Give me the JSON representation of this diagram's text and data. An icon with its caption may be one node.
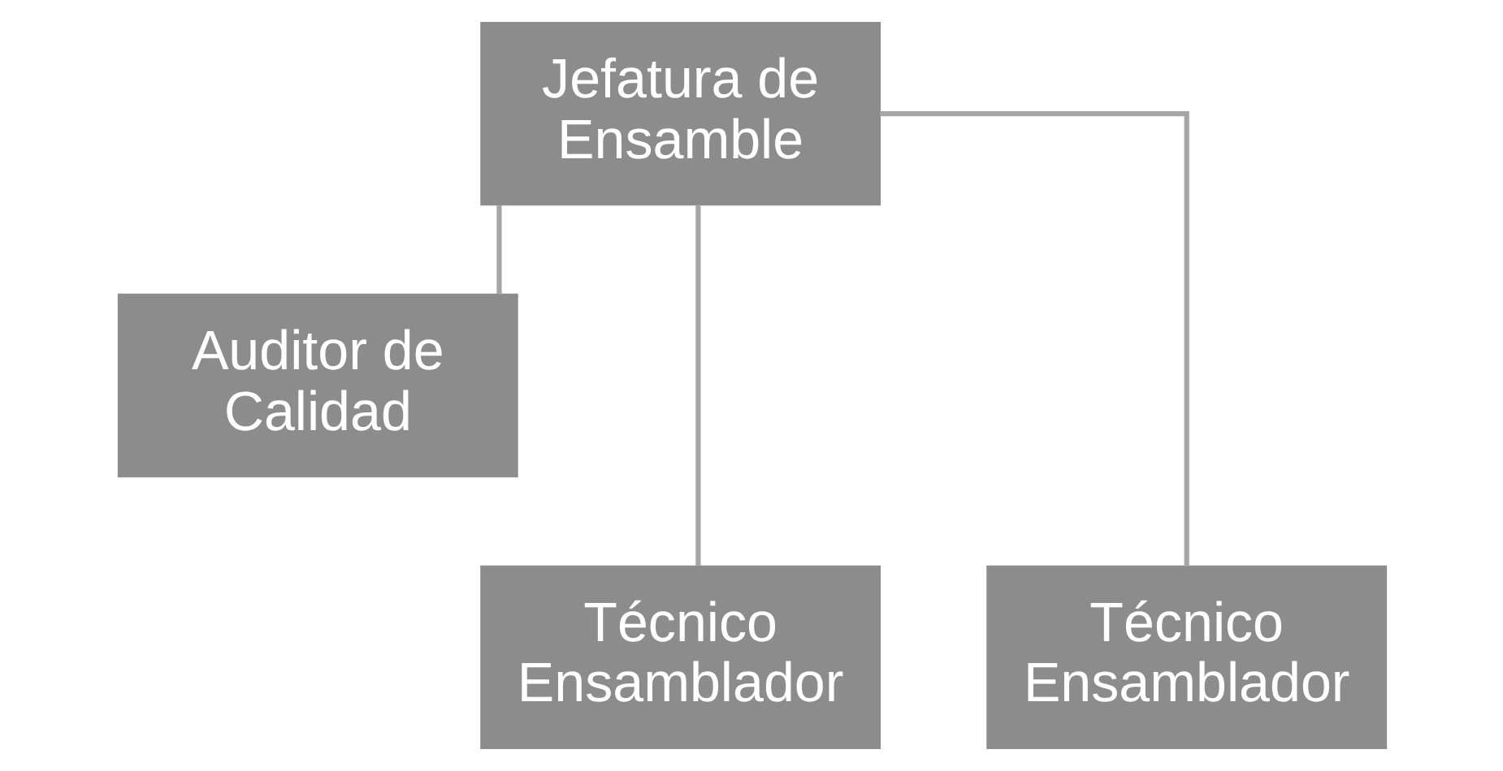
{
  "diagram": {
    "nodes": [
      {
        "text": [
          "Jefatura de Ensamble"
        ]
      },
      {
        "text": [
          "Auditor de Calidad"
        ]
      },
      {
        "text": [
          "Técnico Ensamblador"
        ]
      },
      {
        "text": [
          "Técnico Ensamblador"
        ]
      }
    ],
    "edges": [
      {
        "from": 0,
        "to": 1,
        "arrow": "none"
      },
      {
        "from": 0,
        "to": 2,
        "arrow": "none"
      },
      {
        "from": 0,
        "to": 3,
        "arrow": "none"
      }
    ]
  }
}
